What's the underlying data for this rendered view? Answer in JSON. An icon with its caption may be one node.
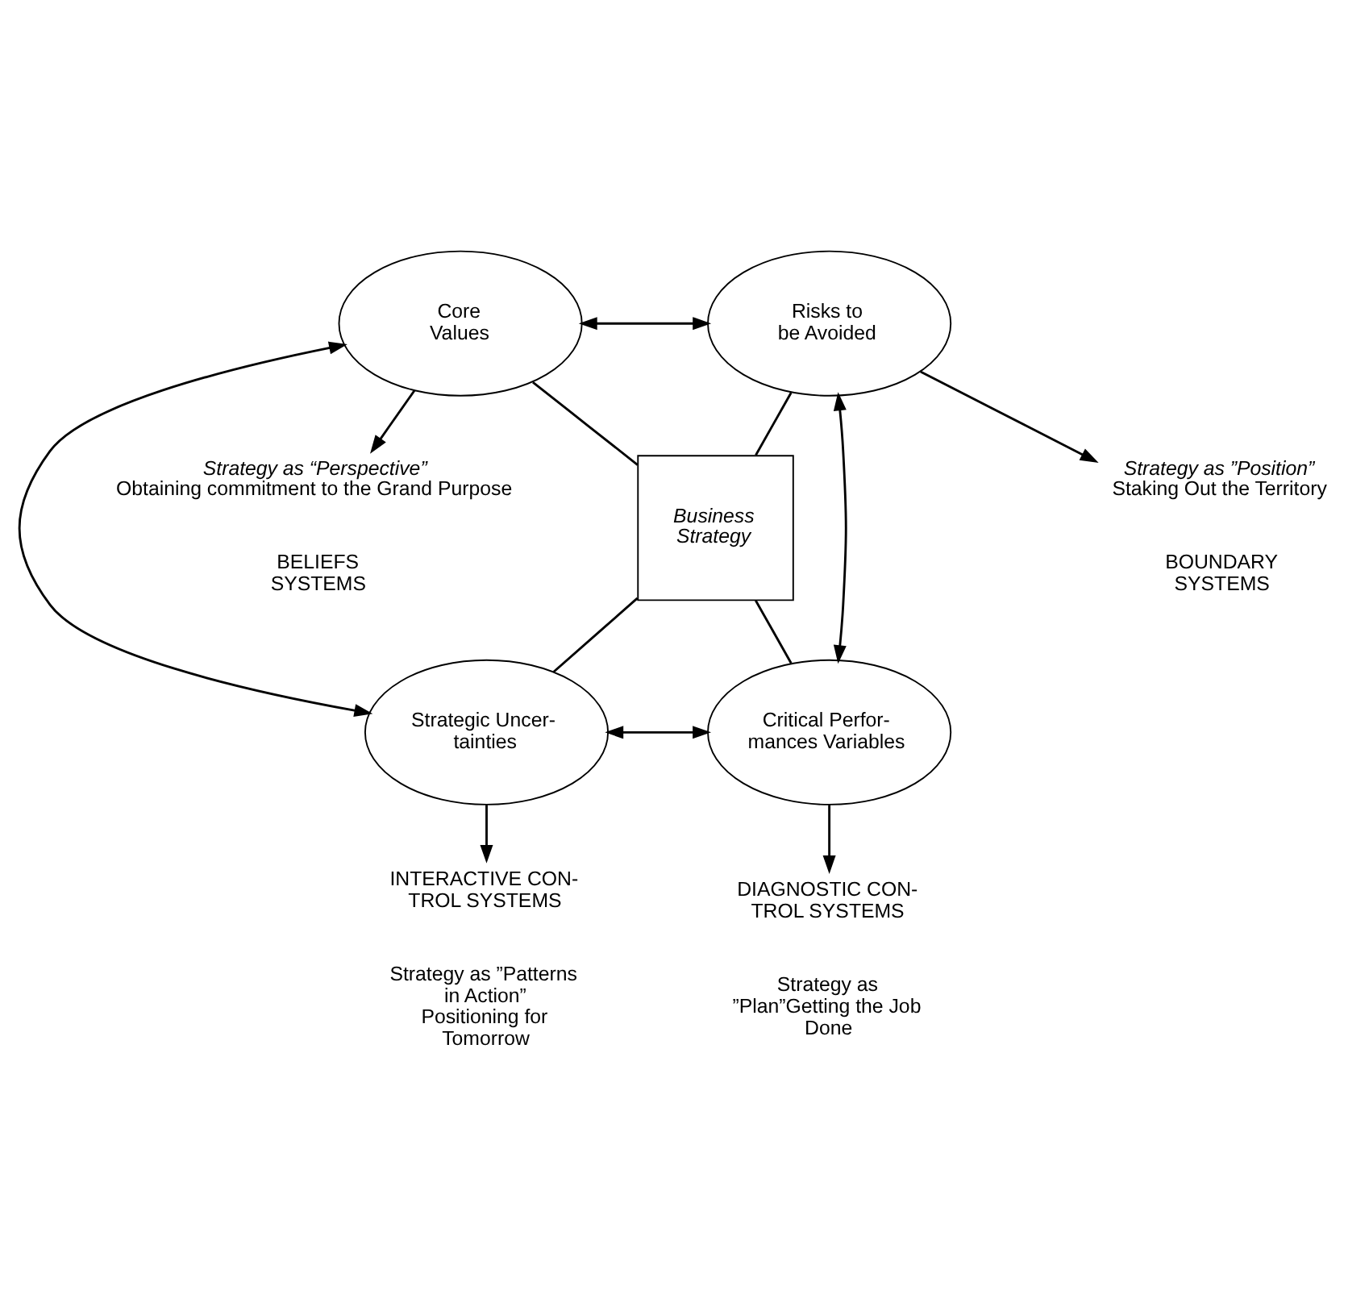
{
  "diagram": {
    "nodes": [
      {
        "text": [
          "Business Strategy"
        ]
      },
      {
        "text": [
          "Core Values"
        ]
      },
      {
        "text": [
          "Risks to be Avoided"
        ]
      },
      {
        "text": [
          "Strategic Uncer- tainties"
        ]
      },
      {
        "text": [
          "Critical Perfor- mances Variables"
        ]
      },
      {
        "text": [
          "BELIEFS SYSTEMS"
        ],
        "beside": [
          "Strategy as “Perspective”",
          "Obtaining commitment to the Grand Purpose"
        ]
      },
      {
        "text": [
          "BOUNDARY SYSTEMS"
        ],
        "beside": [
          "Strategy as ”Position”",
          "Staking Out the Territory"
        ]
      },
      {
        "text": [
          "INTERACTIVE CON- TROL SYSTEMS"
        ],
        "beside": [
          "Strategy as ”Patterns in Action”",
          "Positioning for Tomorrow"
        ]
      },
      {
        "text": [
          "DIAGNOSTIC CON- TROL SYSTEMS"
        ],
        "beside": [
          "Strategy as ”Plan”Getting the Job Done"
        ]
      }
    ],
    "edges": [
      {
        "from": 1,
        "to": 5,
        "arrow": "to"
      },
      {
        "from": 2,
        "to": 6,
        "arrow": "to"
      },
      {
        "from": 1,
        "to": 2,
        "arrow": "both"
      },
      {
        "from": 1,
        "to": 0,
        "arrow": "none"
      },
      {
        "from": 2,
        "to": 0,
        "arrow": "none"
      },
      {
        "from": 1,
        "to": 3,
        "arrow": "both"
      },
      {
        "from": 2,
        "to": 4,
        "arrow": "both"
      },
      {
        "from": 0,
        "to": 3,
        "arrow": "none"
      },
      {
        "from": 0,
        "to": 4,
        "arrow": "none"
      },
      {
        "from": 3,
        "to": 4,
        "arrow": "both"
      },
      {
        "from": 3,
        "to": 7,
        "arrow": "to"
      },
      {
        "from": 4,
        "to": 8,
        "arrow": "to"
      }
    ]
  }
}
